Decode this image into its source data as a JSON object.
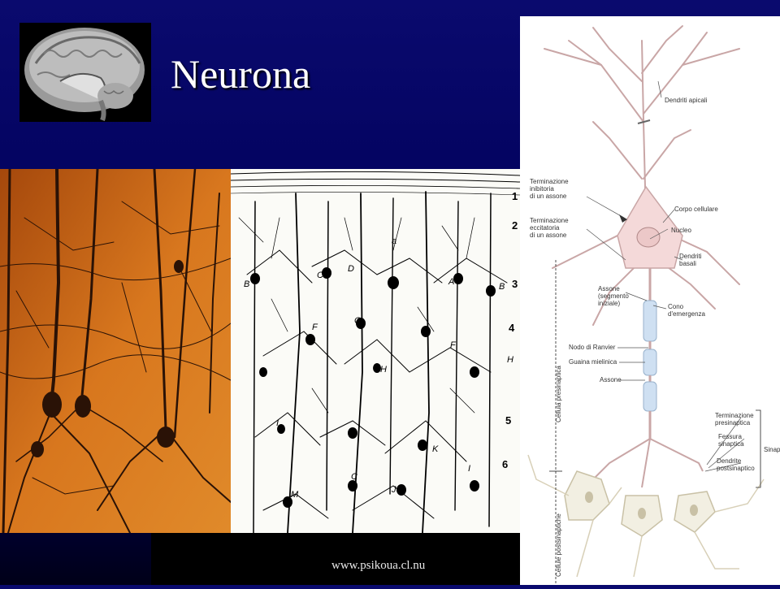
{
  "slide": {
    "title": "Neurona",
    "footer_url": "www.psikoua.cl.nu"
  },
  "diagram_labels": {
    "apical_dendrites": "Dendriti apicali",
    "inhibitory_terminal_1": "Terminazione",
    "inhibitory_terminal_2": "inibitoria",
    "inhibitory_terminal_3": "di un assone",
    "excitatory_terminal_1": "Terminazione",
    "excitatory_terminal_2": "eccitatoria",
    "excitatory_terminal_3": "di un assone",
    "cell_body": "Corpo cellulare",
    "nucleus": "Nucleo",
    "basal_dendrites_1": "Dendriti",
    "basal_dendrites_2": "basali",
    "axon_initial_1": "Assone",
    "axon_initial_2": "(segmento",
    "axon_initial_3": "iniziale)",
    "hillock_1": "Cono",
    "hillock_2": "d'emergenza",
    "ranvier": "Nodo di Ranvier",
    "myelin": "Guaina mielinica",
    "axon": "Assone",
    "presyn_term_1": "Terminazione",
    "presyn_term_2": "presinaptica",
    "cleft_1": "Fessura",
    "cleft_2": "sinaptica",
    "postsyn_dendrite_1": "Dendrite",
    "postsyn_dendrite_2": "postsinaptico",
    "synapse": "Sinap",
    "presyn_cell": "Cellula presinaptica",
    "postsyn_cells": "Cellule postsinaptiche"
  },
  "drawing_labels": {
    "layers": [
      "1",
      "2",
      "3",
      "4",
      "5",
      "6"
    ],
    "cells": [
      "a",
      "B",
      "C",
      "D",
      "A",
      "B",
      "F",
      "G",
      "F",
      "H",
      "H",
      "I",
      "K",
      "C",
      "J",
      "M",
      "I"
    ]
  },
  "colors": {
    "background": "#00005a",
    "photo": "#d06a18",
    "neuron_fill": "#f4d9d9",
    "myelin": "#cfe0f2"
  }
}
